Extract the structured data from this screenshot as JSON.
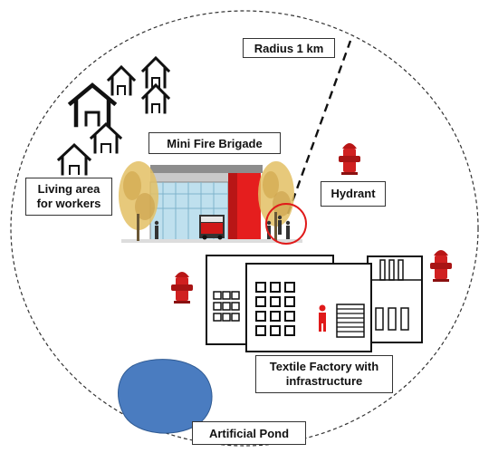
{
  "labels": {
    "radius": "Radius 1 km",
    "fire_brigade": "Mini Fire Brigade",
    "living_area_line1": "Living area",
    "living_area_line2": "for workers",
    "hydrant": "Hydrant",
    "factory_line1": "Textile Factory with",
    "factory_line2": "infrastructure",
    "pond": "Artificial Pond"
  },
  "colors": {
    "hydrant_red": "#cc1f1f",
    "brigade_red": "#e51e1e",
    "glass_blue": "#9fd0e6",
    "pond_blue": "#4a7cc0",
    "tree_yellow": "#e3c064",
    "outline_black": "#111111"
  },
  "icons": [
    "house-icon",
    "fire-hydrant-icon",
    "tree-icon",
    "fire-truck-icon",
    "person-icon",
    "factory-icon"
  ]
}
